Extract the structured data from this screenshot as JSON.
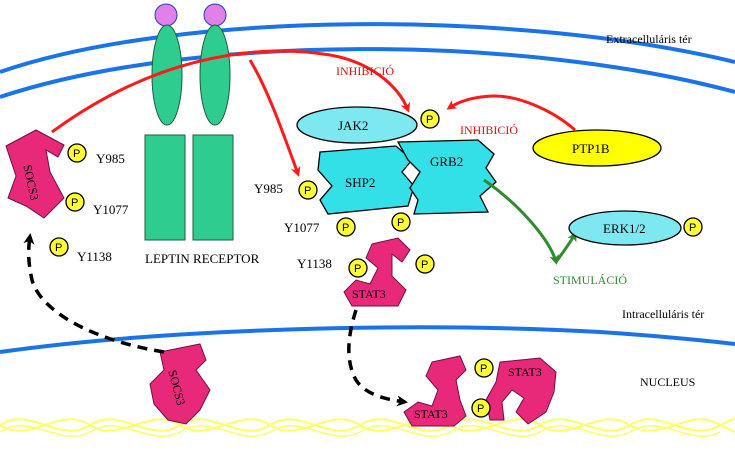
{
  "regions": {
    "extracellular": "Extracelluláris tér",
    "intracellular": "Intracelluláris tér",
    "nucleus": "NUCLEUS"
  },
  "receptor": {
    "label": "LEPTIN RECEPTOR"
  },
  "proteins": {
    "jak2": "JAK2",
    "shp2": "SHP2",
    "grb2": "GRB2",
    "ptp1b": "PTP1B",
    "erk": "ERK1/2",
    "socs3_membrane": "SOCS3",
    "socs3_nucleus": "SOCS3",
    "stat3_cytoplasm": "STAT3",
    "stat3_dimer_left": "STAT3",
    "stat3_dimer_right": "STAT3"
  },
  "sites": {
    "socs_y985": "Y985",
    "socs_y1077": "Y1077",
    "socs_y1138": "Y1138",
    "rec_y985": "Y985",
    "rec_y1077": "Y1077",
    "rec_y1138": "Y1138"
  },
  "phospho": "P",
  "effects": {
    "inhibition_top": "INHIBICIÓ",
    "inhibition_ptp1b": "INHIBICIÓ",
    "stimulation": "STIMULÁCIÓ"
  },
  "colors": {
    "membrane": "#1a73e8",
    "dna": "#ffff66",
    "receptor": "#2ecc8f",
    "leptin": "#e080e8",
    "jak2": "#7ee8f0",
    "shp2_grb2": "#33e0e8",
    "ptp1b": "#ffff00",
    "socs_stat": "#e8297a",
    "phospho": "#ffff33",
    "inhibition": "#ff1a1a",
    "stimulation": "#2e8b2e"
  }
}
